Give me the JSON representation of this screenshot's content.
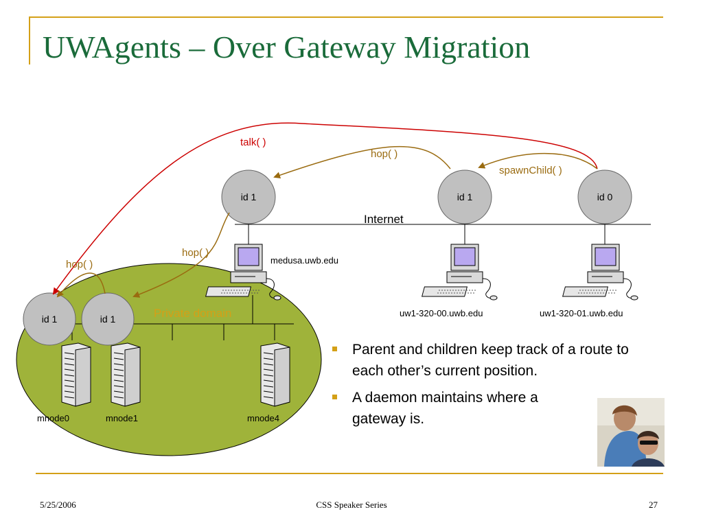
{
  "slide": {
    "title": "UWAgents – Over Gateway Migration"
  },
  "diagram": {
    "nodes": {
      "medusa_agent": "id 1",
      "uw00_agent": "id 1",
      "uw01_agent": "id 0",
      "mnode0_agent": "id 1",
      "mnode1_agent": "id 1"
    },
    "arrows": {
      "talk": "talk( )",
      "hop_top": "hop( )",
      "spawn": "spawnChild( )",
      "hop_mid": "hop( )",
      "hop_left": "hop( )"
    },
    "network": {
      "internet": "Internet",
      "private": "Private domain"
    },
    "hosts": {
      "medusa": "medusa.uwb.edu",
      "uw00": "uw1-320-00.uwb.edu",
      "uw01": "uw1-320-01.uwb.edu",
      "mnode0": "mnode0",
      "mnode1": "mnode1",
      "mnode4": "mnode4"
    },
    "colors": {
      "talk": "#cc0000",
      "hop": "#9a6b10",
      "domain": "#9fb33a",
      "agent": "#c0c0c0",
      "title": "#1a6b3a"
    }
  },
  "bullets": [
    "Parent and children keep track of a route to each other’s current position.",
    "A daemon maintains where a gateway is."
  ],
  "footer": {
    "date": "5/25/2006",
    "center": "CSS Speaker Series",
    "page": "27"
  }
}
